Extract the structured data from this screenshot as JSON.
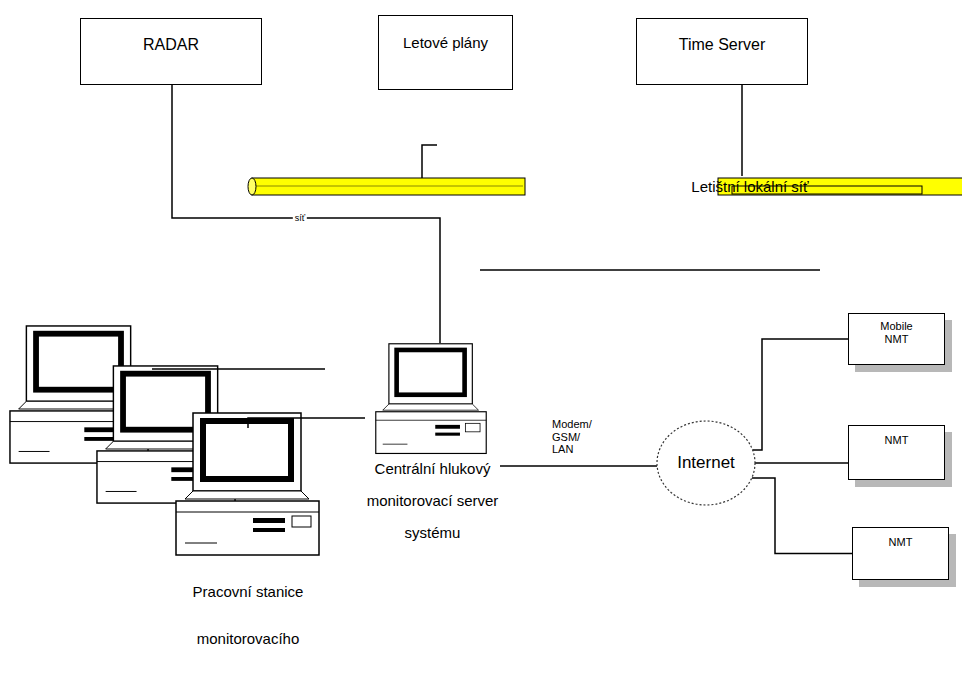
{
  "diagram": {
    "nodes": [
      {
        "text": [
          "RADAR"
        ]
      },
      {
        "text": [
          "Letové plány"
        ]
      },
      {
        "text": [
          "Time Server"
        ]
      },
      {
        "text": [
          "Letištní lokální síť"
        ]
      },
      {
        "text": [
          "Pracovní stanice monitorovacího"
        ]
      },
      {
        "text": [
          "Centrální hlukový monitorovací server systému"
        ]
      },
      {
        "text": [
          "Internet"
        ]
      },
      {
        "text": [
          "Mobile NMT"
        ]
      },
      {
        "text": [
          "NMT"
        ]
      },
      {
        "text": [
          "NMT"
        ]
      }
    ],
    "edges": [
      {
        "from": 0,
        "to": 5,
        "label": "síť",
        "arrow": "none"
      },
      {
        "from": 2,
        "to": 3,
        "arrow": "none"
      },
      {
        "from": 4,
        "to": 5,
        "arrow": "none"
      },
      {
        "from": 5,
        "to": 6,
        "label": "Modem/ GSM/ LAN",
        "arrow": "none"
      },
      {
        "from": 6,
        "to": 7,
        "arrow": "none"
      },
      {
        "from": 6,
        "to": 8,
        "arrow": "none"
      },
      {
        "from": 6,
        "to": 9,
        "arrow": "none"
      }
    ]
  }
}
